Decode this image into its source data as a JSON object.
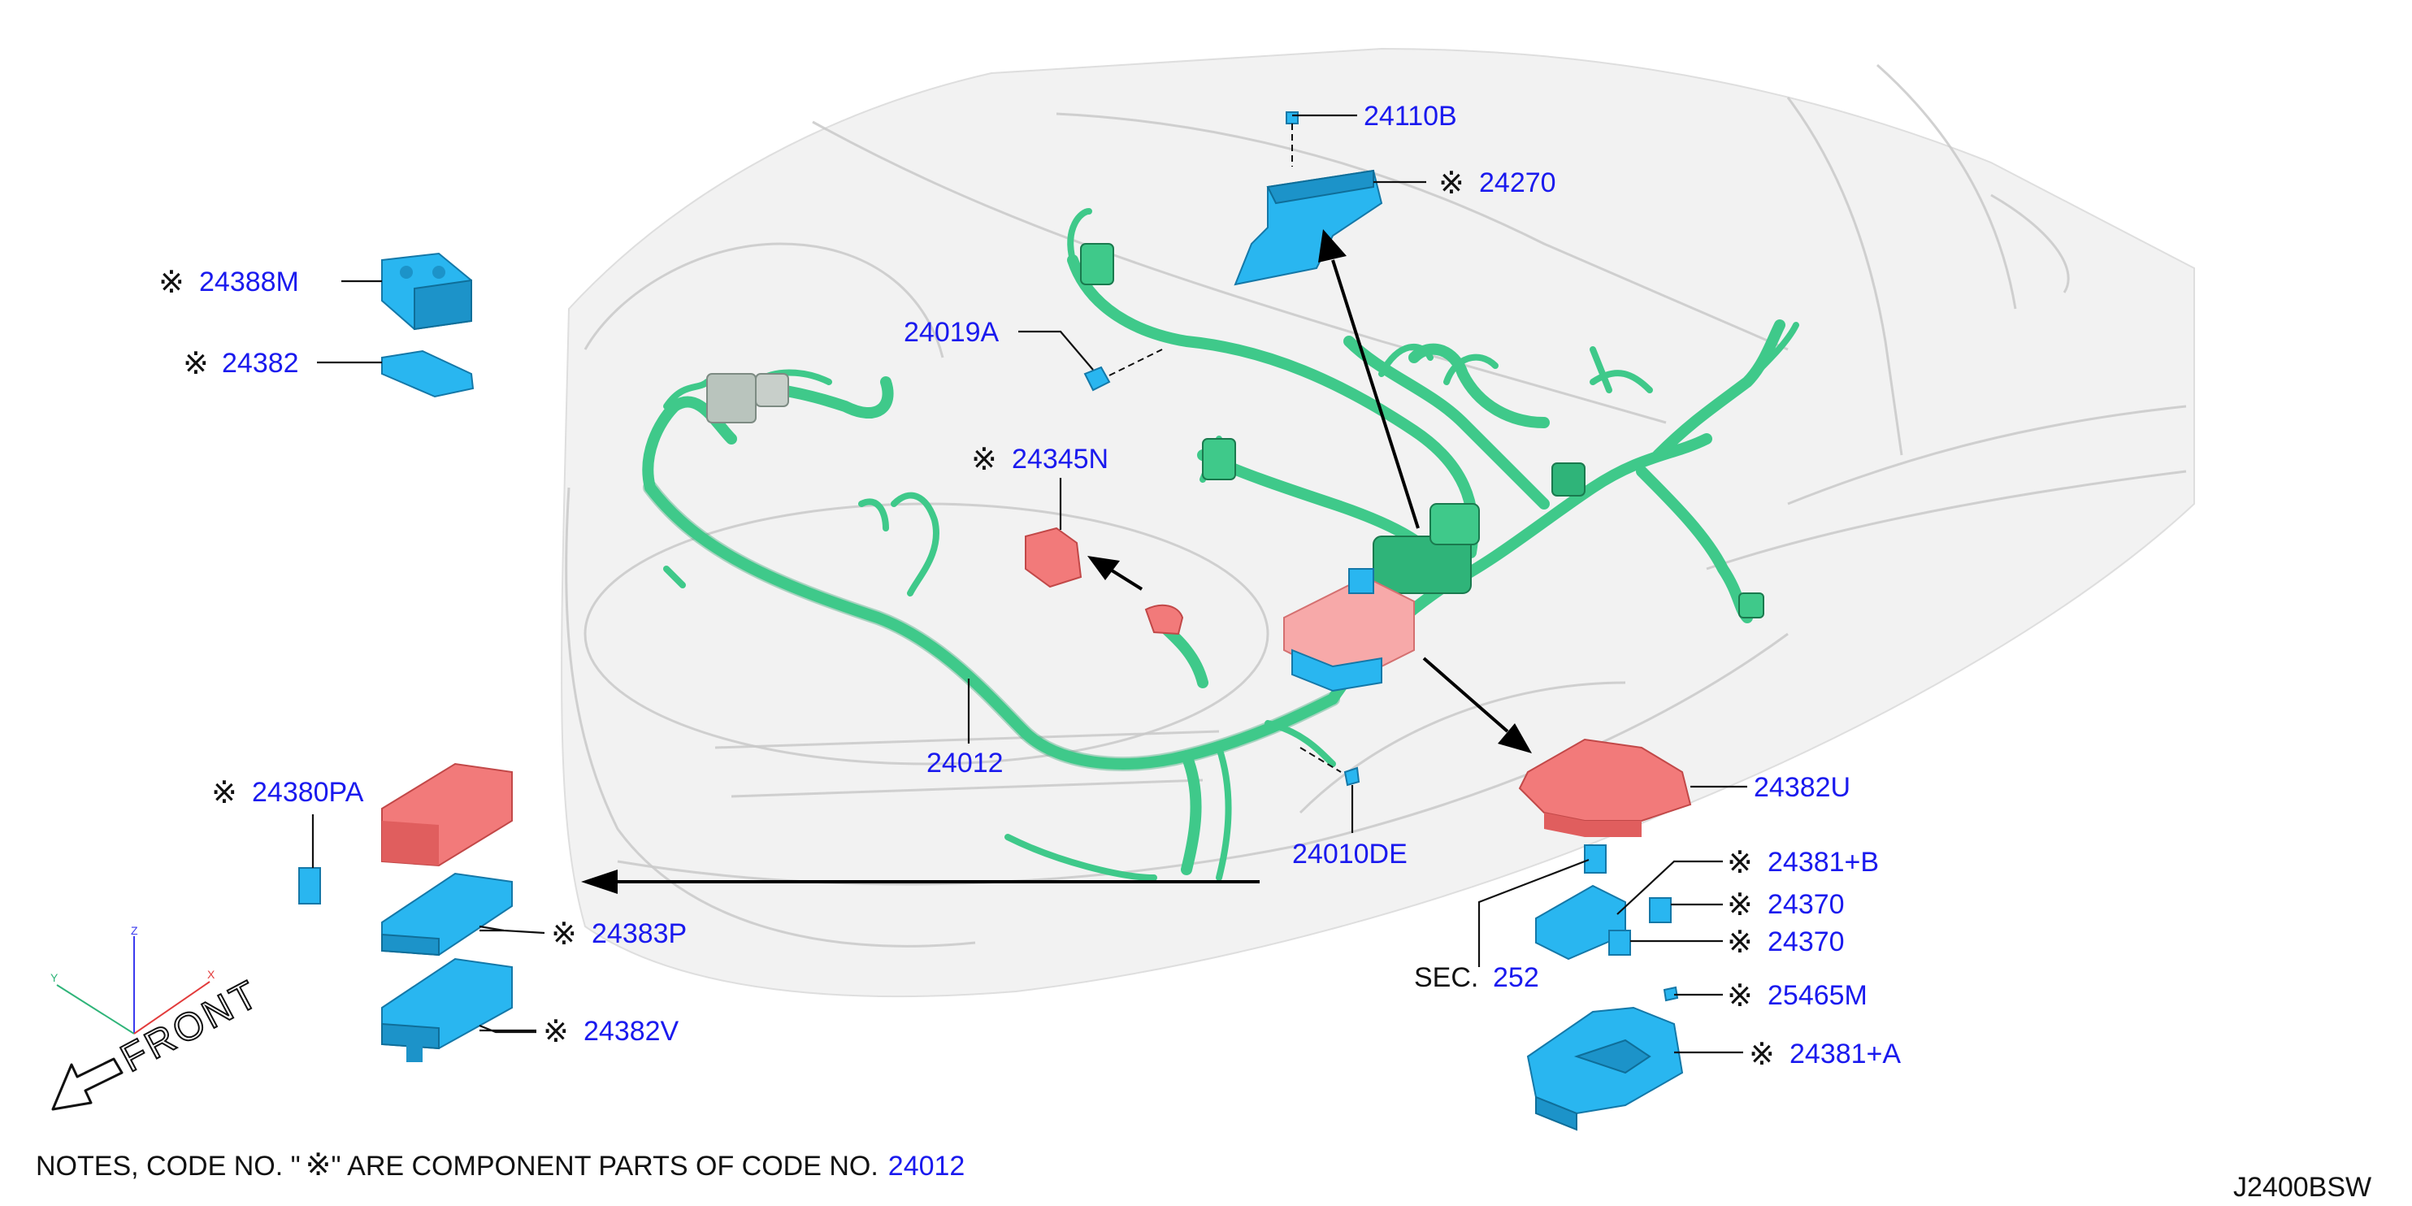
{
  "colors": {
    "label": "#1a1aee",
    "harness": "#3fc98a",
    "component_blue": "#29b6f0",
    "component_red": "#f27a7a",
    "line": "#111111"
  },
  "symbol": "※",
  "callouts": {
    "c24110B": "24110B",
    "c24270": "24270",
    "c24388M": "24388M",
    "c24382": "24382",
    "c24019A": "24019A",
    "c24345N": "24345N",
    "c24012": "24012",
    "c24382U": "24382U",
    "c24380PA": "24380PA",
    "c24010DE": "24010DE",
    "c24381B": "24381+B",
    "c24370a": "24370",
    "c24370b": "24370",
    "c24383P": "24383P",
    "c25465M": "25465M",
    "c24382V": "24382V",
    "c24381A": "24381+A"
  },
  "section_ref": {
    "prefix": "SEC.",
    "number": "252"
  },
  "axis": {
    "x": "X",
    "y": "Y",
    "z": "Z"
  },
  "front_label": "FRONT",
  "notes": {
    "prefix": "NOTES, CODE NO. \"",
    "middle": "\"  ARE COMPONENT PARTS OF CODE NO.",
    "code": "24012"
  },
  "diagram_id": "J2400BSW"
}
